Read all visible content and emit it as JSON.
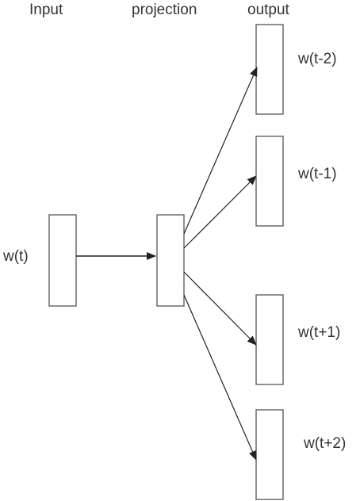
{
  "headers": {
    "input": "Input",
    "projection": "projection",
    "output": "output"
  },
  "input_word": "w(t)",
  "output_words": [
    "w(t-2)",
    "w(t-1)",
    "w(t+1)",
    "w(t+2)"
  ],
  "colors": {
    "box_stroke": "#555555",
    "arrow": "#222222",
    "text": "#333333"
  }
}
